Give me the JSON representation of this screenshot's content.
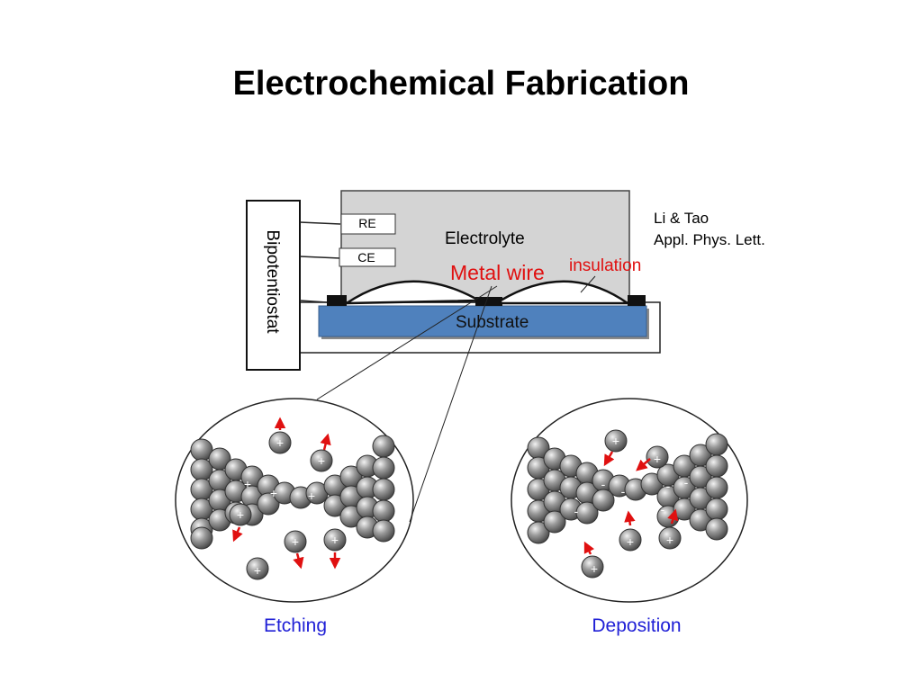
{
  "title": "Electrochemical Fabrication",
  "citation": {
    "line1": "Li & Tao",
    "line2": "Appl. Phys. Lett."
  },
  "labels": {
    "electrolyte": "Electrolyte",
    "metal_wire": "Metal wire",
    "insulation": "insulation",
    "substrate": "Substrate",
    "re": "RE",
    "ce": "CE",
    "bipotentiostat": "Bipotentiostat",
    "etching": "Etching",
    "deposition": "Deposition"
  },
  "signs": {
    "plus": "+",
    "minus": "-"
  },
  "colors": {
    "electrolyte_fill": "#d4d4d4",
    "substrate_fill": "#4f81bd",
    "arrow": "#e01010",
    "label_red": "#e01010",
    "label_blue": "#1f1fd6"
  }
}
